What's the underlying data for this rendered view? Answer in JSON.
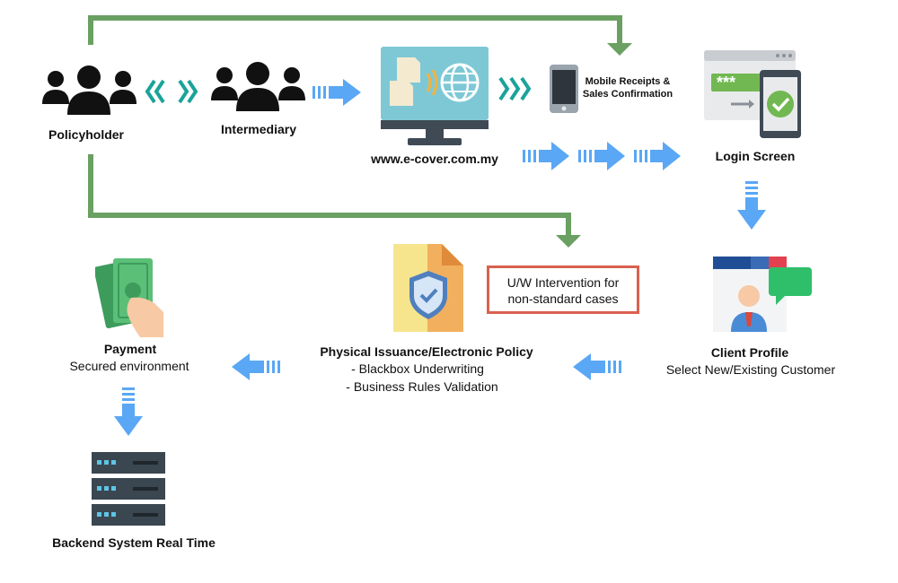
{
  "nodes": {
    "policyholder": "Policyholder",
    "intermediary": "Intermediary",
    "website": "www.e-cover.com.my",
    "mobile_line1": "Mobile Receipts &",
    "mobile_line2": "Sales Confirmation",
    "login": "Login Screen",
    "client_title": "Client Profile",
    "client_sub": "Select New/Existing Customer",
    "uw_line1": "U/W Intervention for",
    "uw_line2": "non-standard cases",
    "issuance_title": "Physical Issuance/Electronic Policy",
    "issuance_item1": "- Blackbox Underwriting",
    "issuance_item2": "- Business Rules Validation",
    "payment_title": "Payment",
    "payment_sub": "Secured environment",
    "backend": "Backend System Real Time"
  },
  "login_mask": "***",
  "colors": {
    "green_line": "#6aa061",
    "blue_arrow": "#5aa7f5",
    "teal_chevron": "#1aa39a",
    "uw_border": "#d9614f",
    "people": "#111111"
  },
  "icons": [
    "people-icon",
    "chevron-double-icon",
    "computer-globe-icon",
    "smartphone-icon",
    "login-screen-icon",
    "client-profile-icon",
    "shield-document-icon",
    "cash-hand-icon",
    "server-rack-icon"
  ]
}
